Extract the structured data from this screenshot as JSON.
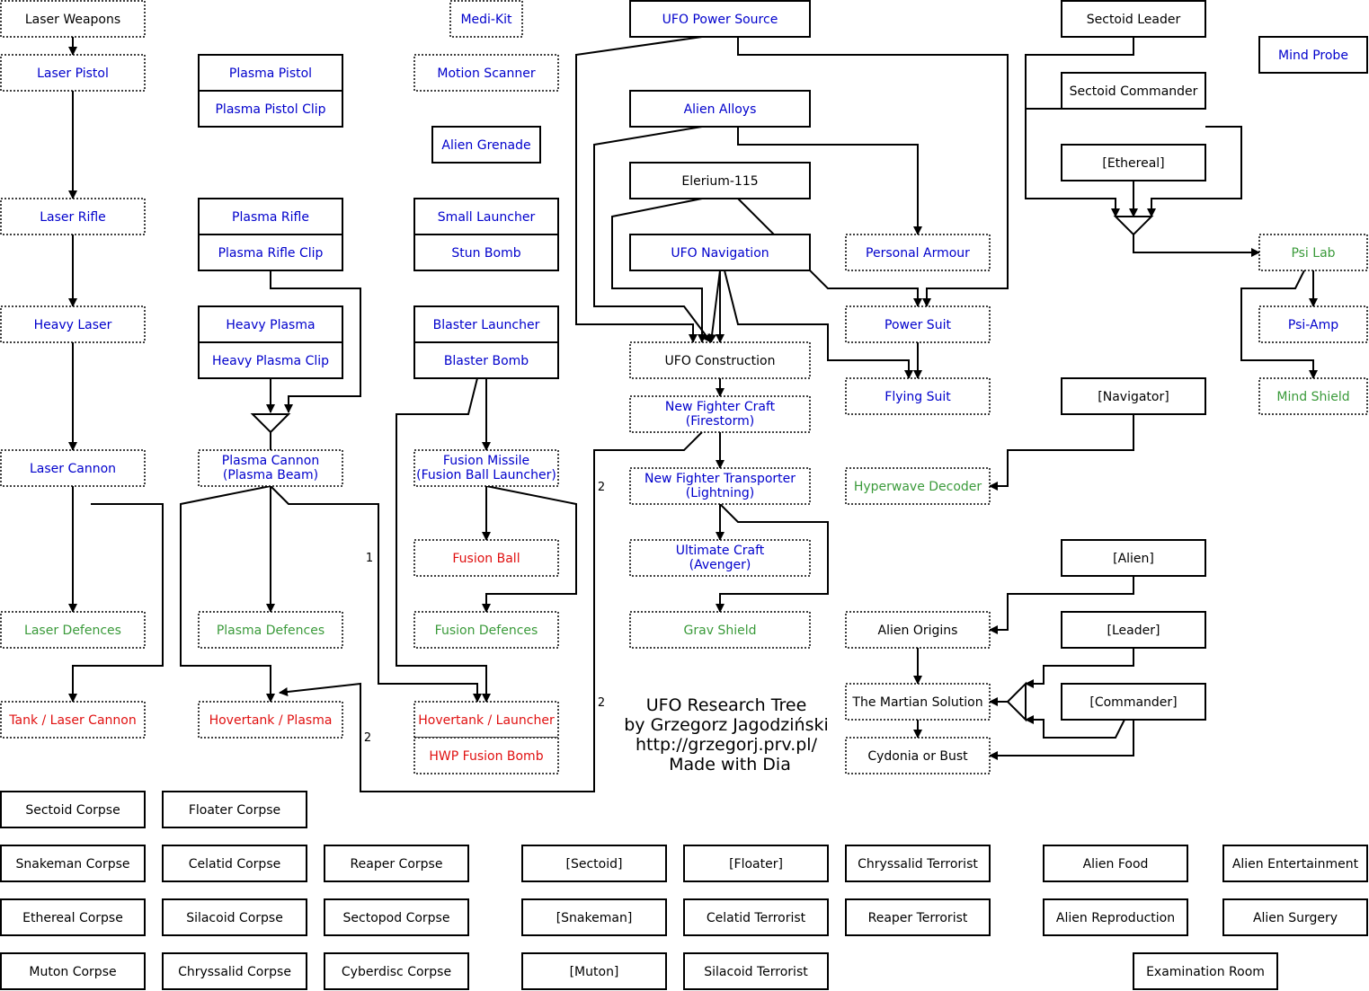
{
  "colors": {
    "black": "#000000",
    "blue": "#0000cc",
    "green": "#3a9a3a",
    "red": "#e01010"
  },
  "credit": {
    "title": "UFO  Research Tree",
    "author": "by Grzegorz Jagodziński",
    "url": "http://grzegorj.prv.pl/",
    "tool": "Made with Dia"
  },
  "edge_labels": [
    "1",
    "2",
    "2",
    "2"
  ],
  "nodes": [
    {
      "label": "Laser Weapons",
      "color": "black"
    },
    {
      "label": "Laser Pistol",
      "color": "blue"
    },
    {
      "label": "Laser Rifle",
      "color": "blue"
    },
    {
      "label": "Heavy Laser",
      "color": "blue"
    },
    {
      "label": "Laser Cannon",
      "color": "blue"
    },
    {
      "label": "Laser Defences",
      "color": "green"
    },
    {
      "label": "Tank / Laser Cannon",
      "color": "red"
    },
    {
      "label": "Plasma Pistol",
      "color": "blue"
    },
    {
      "label": "Plasma Pistol Clip",
      "color": "blue"
    },
    {
      "label": "Plasma Rifle",
      "color": "blue"
    },
    {
      "label": "Plasma Rifle Clip",
      "color": "blue"
    },
    {
      "label": "Heavy Plasma",
      "color": "blue"
    },
    {
      "label": "Heavy Plasma Clip",
      "color": "blue"
    },
    {
      "label": "Plasma Cannon",
      "label2": "(Plasma Beam)",
      "color": "blue"
    },
    {
      "label": "Plasma Defences",
      "color": "green"
    },
    {
      "label": "Hovertank / Plasma",
      "color": "red"
    },
    {
      "label": "Medi-Kit",
      "color": "blue"
    },
    {
      "label": "Motion Scanner",
      "color": "blue"
    },
    {
      "label": "Alien Grenade",
      "color": "blue"
    },
    {
      "label": "Small Launcher",
      "color": "blue"
    },
    {
      "label": "Stun Bomb",
      "color": "blue"
    },
    {
      "label": "Blaster Launcher",
      "color": "blue"
    },
    {
      "label": "Blaster Bomb",
      "color": "blue"
    },
    {
      "label": "Fusion Missile",
      "label2": "(Fusion Ball Launcher)",
      "color": "blue"
    },
    {
      "label": "Fusion Ball",
      "color": "red"
    },
    {
      "label": "Fusion Defences",
      "color": "green"
    },
    {
      "label": "Hovertank / Launcher",
      "color": "red"
    },
    {
      "label": "HWP Fusion Bomb",
      "color": "red"
    },
    {
      "label": "UFO Power Source",
      "color": "blue"
    },
    {
      "label": "Alien Alloys",
      "color": "blue"
    },
    {
      "label": "Elerium-115",
      "color": "black"
    },
    {
      "label": "UFO Navigation",
      "color": "blue"
    },
    {
      "label": "UFO Construction",
      "color": "black"
    },
    {
      "label": "New Fighter Craft",
      "label2": "(Firestorm)",
      "color": "blue"
    },
    {
      "label": "New Fighter Transporter",
      "label2": "(Lightning)",
      "color": "blue"
    },
    {
      "label": "Ultimate Craft",
      "label2": "(Avenger)",
      "color": "blue"
    },
    {
      "label": "Grav Shield",
      "color": "green"
    },
    {
      "label": "Personal Armour",
      "color": "blue"
    },
    {
      "label": "Power Suit",
      "color": "blue"
    },
    {
      "label": "Flying Suit",
      "color": "blue"
    },
    {
      "label": "Hyperwave Decoder",
      "color": "green"
    },
    {
      "label": "Alien Origins",
      "color": "black"
    },
    {
      "label": "The Martian Solution",
      "color": "black"
    },
    {
      "label": "Cydonia or Bust",
      "color": "black"
    },
    {
      "label": "Sectoid Leader",
      "color": "black"
    },
    {
      "label": "Sectoid Commander",
      "color": "black"
    },
    {
      "label": "[Ethereal]",
      "color": "black"
    },
    {
      "label": "[Navigator]",
      "color": "black"
    },
    {
      "label": "[Alien]",
      "color": "black"
    },
    {
      "label": "[Leader]",
      "color": "black"
    },
    {
      "label": "[Commander]",
      "color": "black"
    },
    {
      "label": "Mind Probe",
      "color": "blue"
    },
    {
      "label": "Psi Lab",
      "color": "green"
    },
    {
      "label": "Psi-Amp",
      "color": "blue"
    },
    {
      "label": "Mind Shield",
      "color": "green"
    },
    {
      "label": "Sectoid Corpse",
      "color": "black"
    },
    {
      "label": "Floater Corpse",
      "color": "black"
    },
    {
      "label": "Snakeman Corpse",
      "color": "black"
    },
    {
      "label": "Celatid Corpse",
      "color": "black"
    },
    {
      "label": "Reaper Corpse",
      "color": "black"
    },
    {
      "label": "Ethereal Corpse",
      "color": "black"
    },
    {
      "label": "Silacoid Corpse",
      "color": "black"
    },
    {
      "label": "Sectopod Corpse",
      "color": "black"
    },
    {
      "label": "Muton Corpse",
      "color": "black"
    },
    {
      "label": "Chryssalid Corpse",
      "color": "black"
    },
    {
      "label": "Cyberdisc Corpse",
      "color": "black"
    },
    {
      "label": "[Sectoid]",
      "color": "black"
    },
    {
      "label": "[Floater]",
      "color": "black"
    },
    {
      "label": "[Snakeman]",
      "color": "black"
    },
    {
      "label": "[Muton]",
      "color": "black"
    },
    {
      "label": "Chryssalid Terrorist",
      "color": "black"
    },
    {
      "label": "Celatid Terrorist",
      "color": "black"
    },
    {
      "label": "Reaper Terrorist",
      "color": "black"
    },
    {
      "label": "Silacoid Terrorist",
      "color": "black"
    },
    {
      "label": "Alien Food",
      "color": "black"
    },
    {
      "label": "Alien Entertainment",
      "color": "black"
    },
    {
      "label": "Alien Reproduction",
      "color": "black"
    },
    {
      "label": "Alien Surgery",
      "color": "black"
    },
    {
      "label": "Examination Room",
      "color": "black"
    }
  ]
}
